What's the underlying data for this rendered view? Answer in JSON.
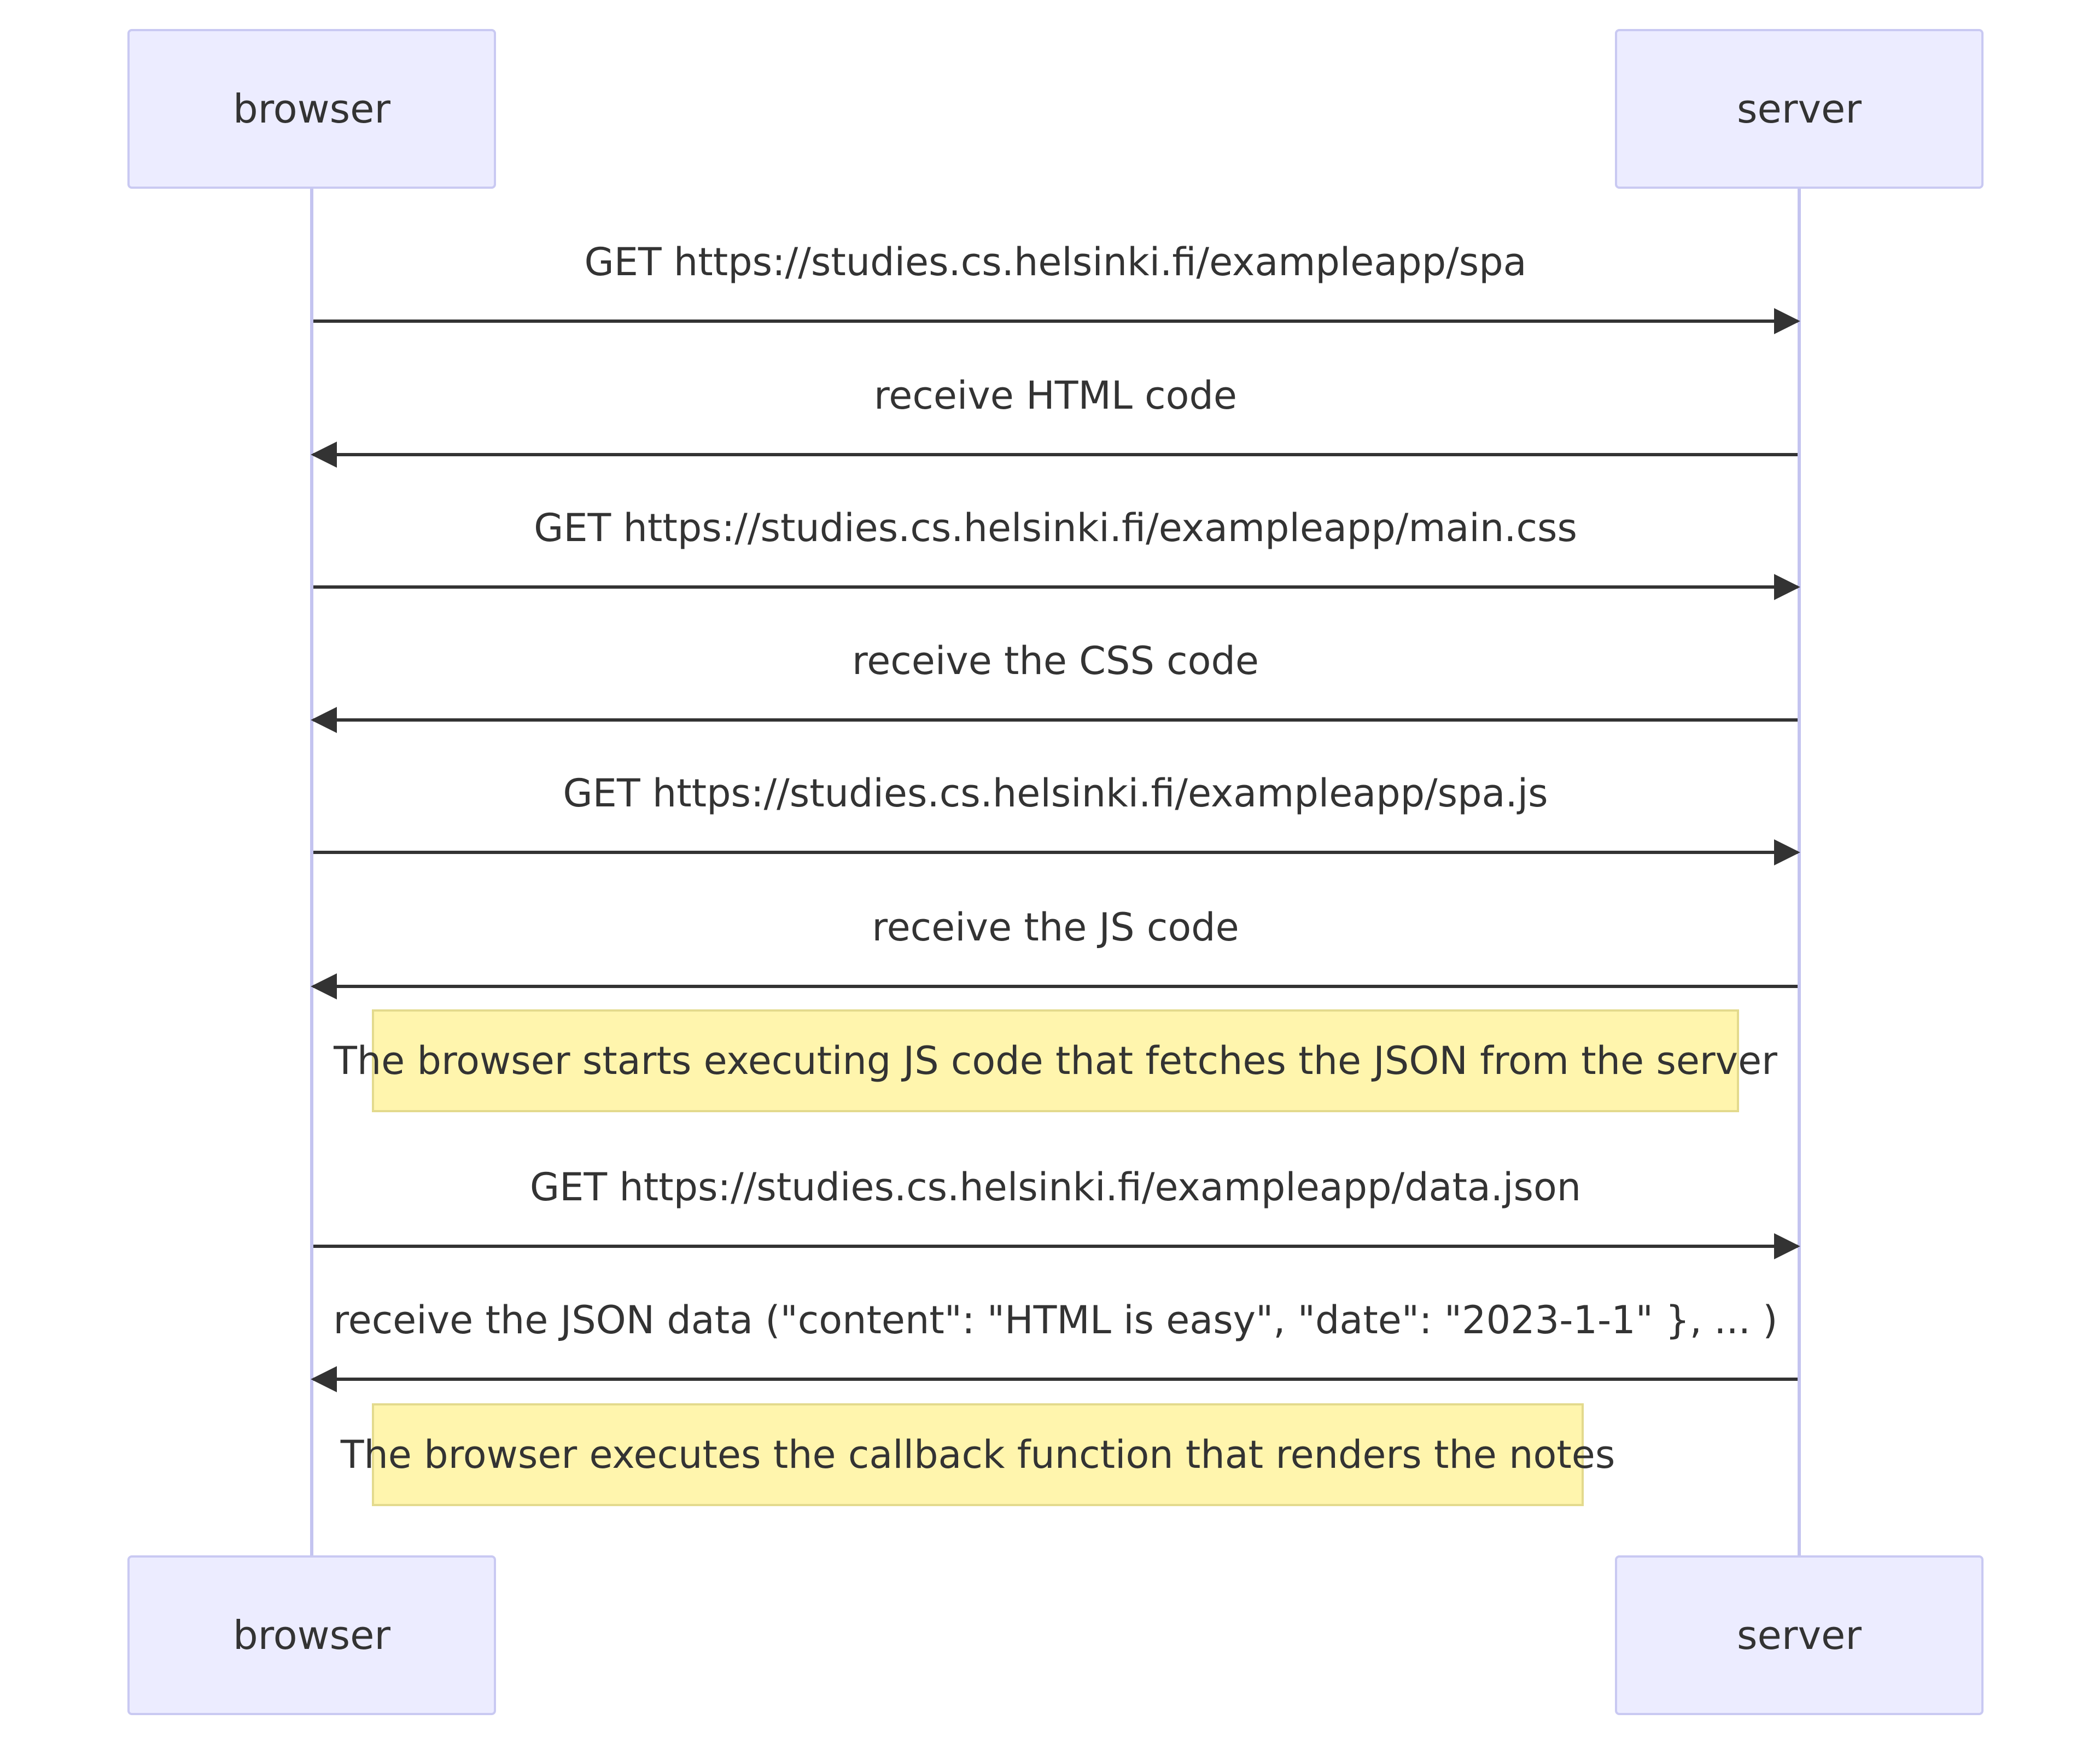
{
  "participants": [
    {
      "name": "browser"
    },
    {
      "name": "server"
    }
  ],
  "messages": [
    {
      "from": "browser",
      "to": "server",
      "label": "GET https://studies.cs.helsinki.fi/exampleapp/spa"
    },
    {
      "from": "server",
      "to": "browser",
      "label": "receive HTML code"
    },
    {
      "from": "browser",
      "to": "server",
      "label": "GET https://studies.cs.helsinki.fi/exampleapp/main.css"
    },
    {
      "from": "server",
      "to": "browser",
      "label": "receive the CSS code"
    },
    {
      "from": "browser",
      "to": "server",
      "label": "GET https://studies.cs.helsinki.fi/exampleapp/spa.js"
    },
    {
      "from": "server",
      "to": "browser",
      "label": "receive the JS code"
    },
    {
      "from": "browser",
      "to": "server",
      "label": "GET https://studies.cs.helsinki.fi/exampleapp/data.json"
    },
    {
      "from": "server",
      "to": "browser",
      "label": "receive the JSON data (\"content\": \"HTML is easy\", \"date\": \"2023-1-1\" }, ... )"
    }
  ],
  "notes": [
    {
      "text": "The browser starts executing JS code that fetches the JSON from the server"
    },
    {
      "text": "The browser executes the callback function that renders the notes"
    }
  ],
  "colors": {
    "actor_fill": "#ECECFF",
    "actor_border": "#C9C9F2",
    "lifeline": "#C4C4F0",
    "arrow": "#333333",
    "note_fill": "#FFF5AD",
    "note_border": "#E3DA8D",
    "text": "#333333"
  }
}
